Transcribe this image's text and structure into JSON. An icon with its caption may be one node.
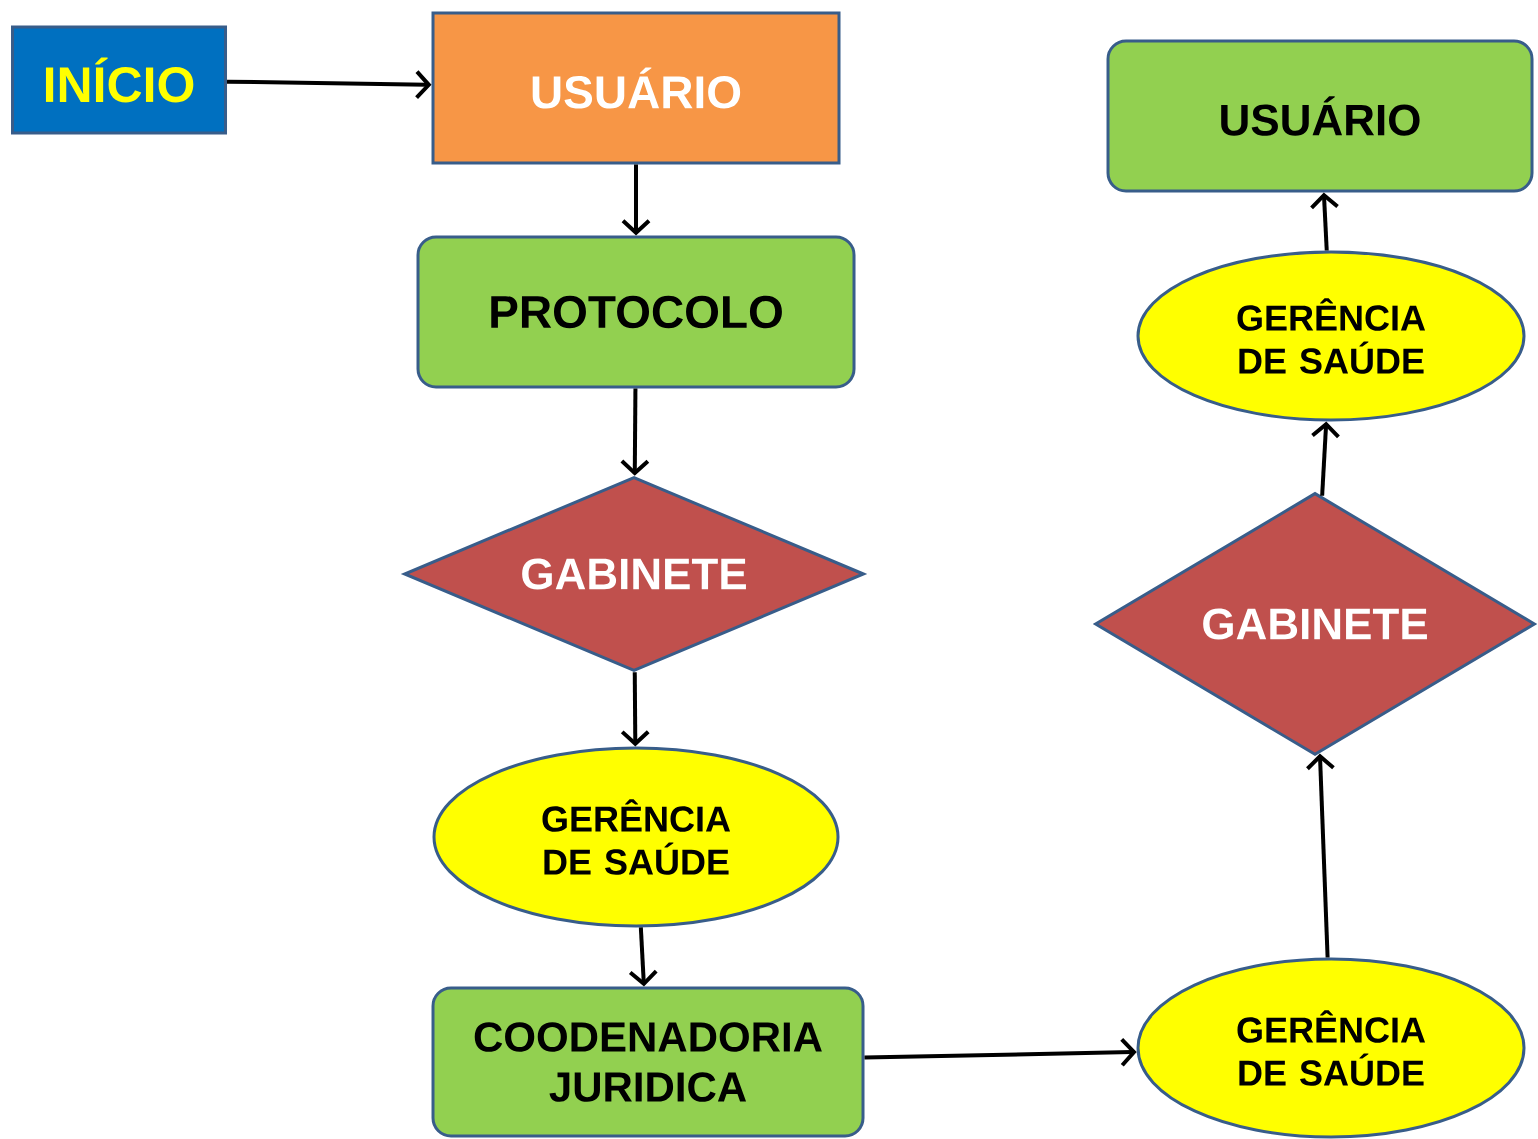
{
  "diagram": {
    "nodes": [
      {
        "text": [
          "INÍCIO"
        ]
      },
      {
        "text": [
          "USUÁRIO"
        ]
      },
      {
        "text": [
          "PROTOCOLO"
        ]
      },
      {
        "text": [
          "GABINETE"
        ]
      },
      {
        "text": [
          "GERÊNCIA DE SAÚDE"
        ]
      },
      {
        "text": [
          "COODENADORIA JURIDICA"
        ]
      },
      {
        "text": [
          "GERÊNCIA DE SAÚDE"
        ]
      },
      {
        "text": [
          "GABINETE"
        ]
      },
      {
        "text": [
          "GERÊNCIA DE SAÚDE"
        ]
      },
      {
        "text": [
          "USUÁRIO"
        ]
      }
    ],
    "edges": [
      {
        "from": 0,
        "to": 1,
        "arrow": "to"
      },
      {
        "from": 1,
        "to": 2,
        "arrow": "to"
      },
      {
        "from": 2,
        "to": 3,
        "arrow": "to"
      },
      {
        "from": 3,
        "to": 4,
        "arrow": "to"
      },
      {
        "from": 4,
        "to": 5,
        "arrow": "to"
      },
      {
        "from": 5,
        "to": 6,
        "arrow": "to"
      },
      {
        "from": 6,
        "to": 7,
        "arrow": "to"
      },
      {
        "from": 7,
        "to": 8,
        "arrow": "to"
      },
      {
        "from": 8,
        "to": 9,
        "arrow": "to"
      }
    ]
  }
}
